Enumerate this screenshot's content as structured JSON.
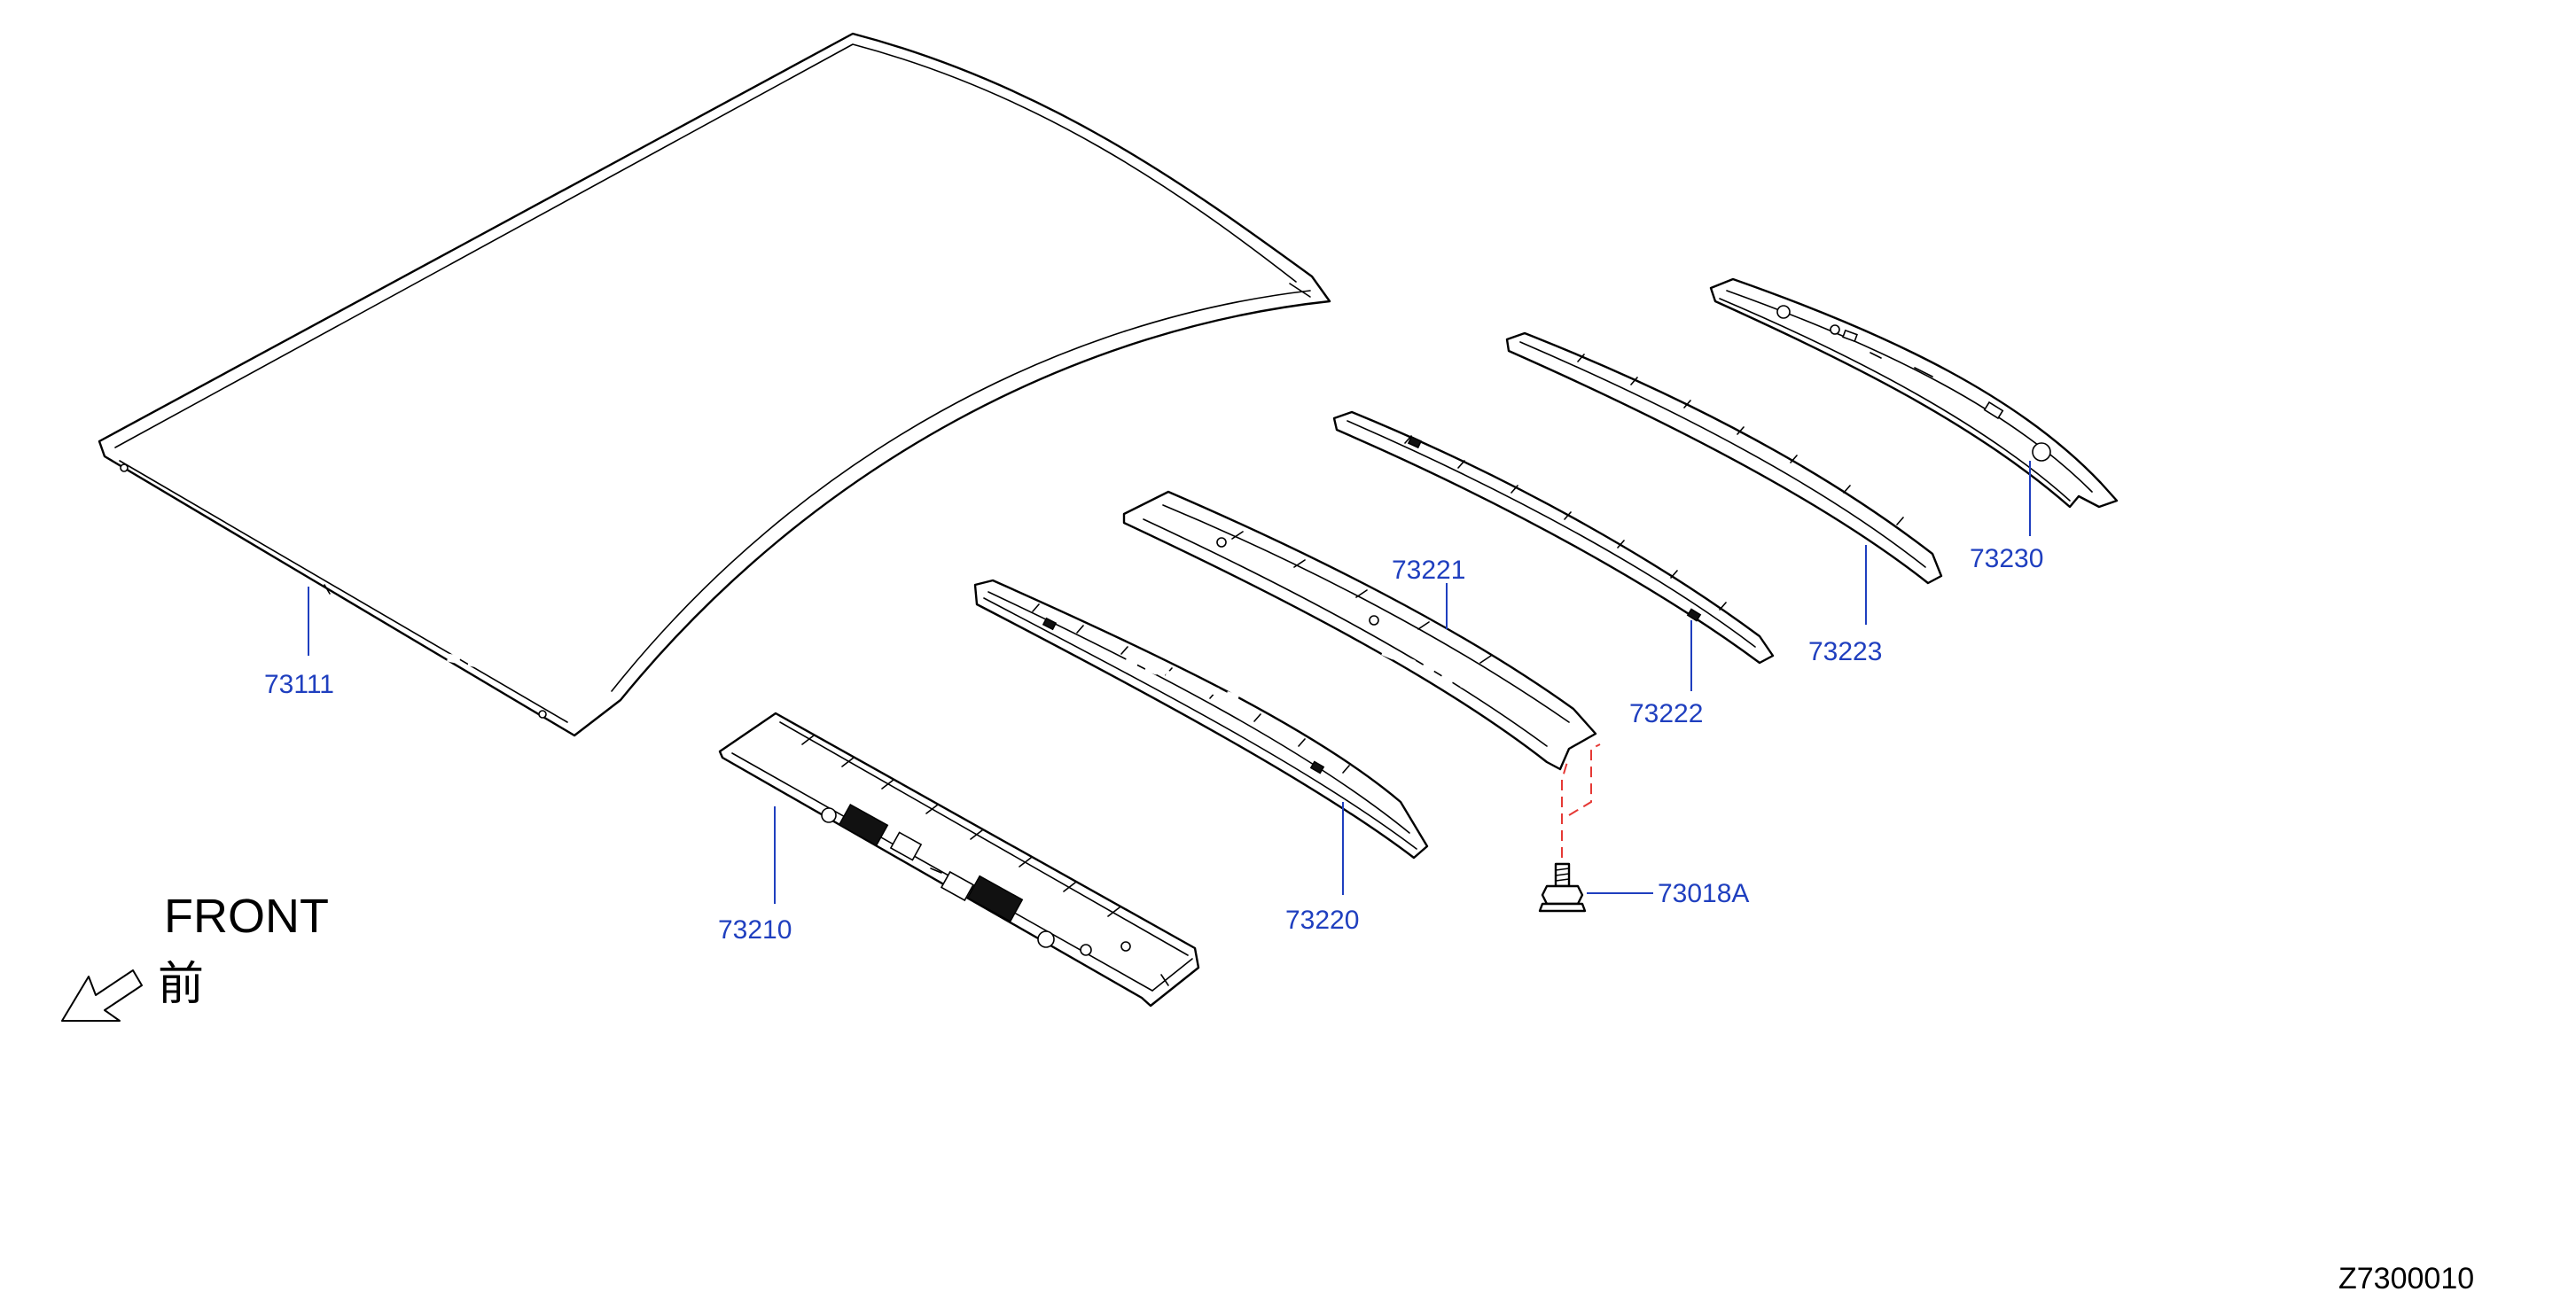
{
  "callouts": {
    "roof_panel": "73111",
    "front_rail": "73210",
    "bow_1": "73220",
    "bow_1_reinforcement": "73221",
    "bow_2": "73222",
    "bow_3": "73223",
    "rear_rail": "73230",
    "bolt": "73018A"
  },
  "direction": {
    "label": "FRONT",
    "label_jp": "前"
  },
  "drawing_number": "Z7300010",
  "colors": {
    "callout_text": "#1f3fbf",
    "outline": "#000000",
    "hidden_line": "#e53935"
  },
  "icons": {
    "front_arrow": "arrow-down-left-icon"
  }
}
